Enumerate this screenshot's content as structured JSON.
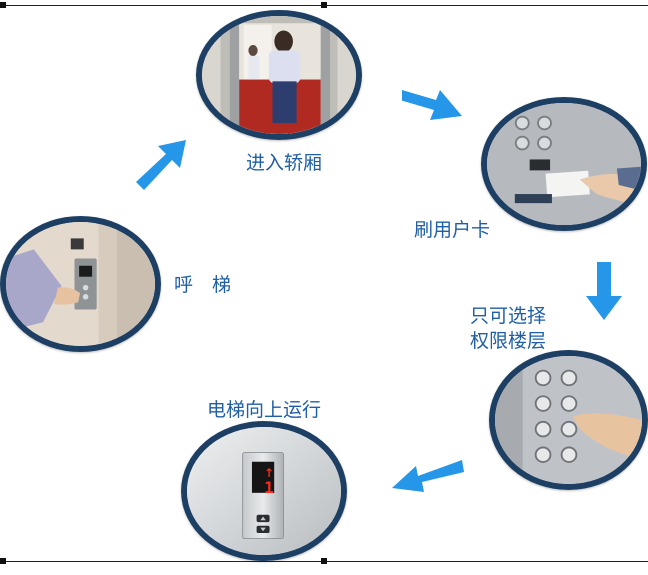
{
  "steps": {
    "enter": "进入轿厢",
    "swipe": "刷用户卡",
    "select_line1": "只可选择",
    "select_line2": "权限楼层",
    "up": "电梯向上运行",
    "call": "呼　梯"
  },
  "display": {
    "floor": "1",
    "direction": "↑"
  },
  "colors": {
    "label": "#1f5fa6",
    "arrow": "#2596e8",
    "ring": "#1d3f63"
  }
}
